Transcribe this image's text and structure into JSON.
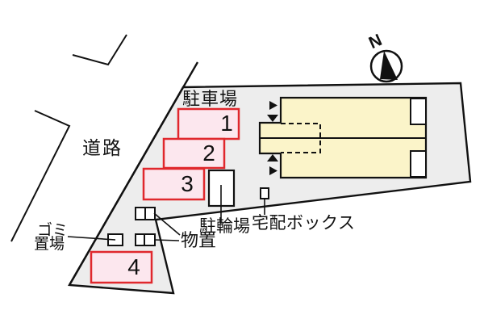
{
  "title": "site-plan",
  "labels": {
    "road": "道路",
    "parking_lot": "駐車場",
    "bicycle_parking": "駐輪場",
    "delivery_box": "宅配ボックス",
    "storage": "物置",
    "garbage_line1": "ゴミ",
    "garbage_line2": "置場"
  },
  "compass": {
    "label": "N"
  },
  "parking": {
    "spaces": [
      {
        "number": "1"
      },
      {
        "number": "2"
      },
      {
        "number": "3"
      },
      {
        "number": "4"
      }
    ]
  },
  "colors": {
    "site_fill": "#ededed",
    "outline": "#111111",
    "parking_fill": "#fce7ee",
    "parking_border": "#e0282d",
    "building_fill": "#fbf4c9",
    "structure_fill": "#ffffff"
  }
}
